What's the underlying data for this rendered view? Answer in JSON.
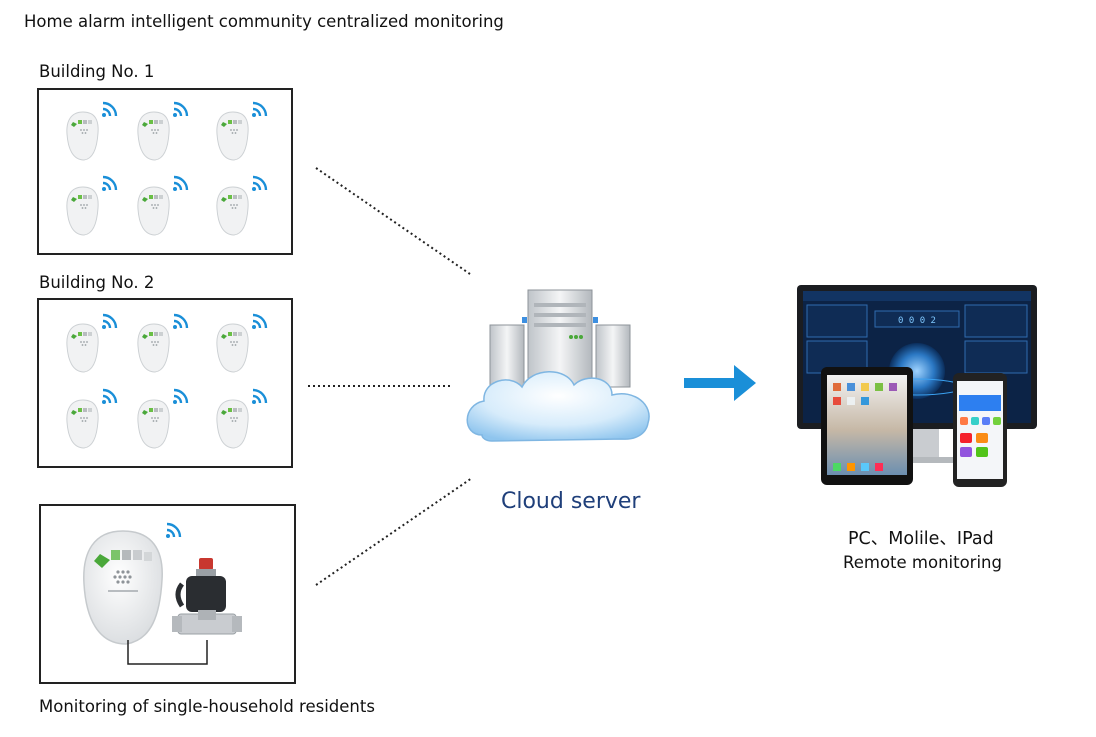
{
  "title": "Home alarm intelligent community centralized monitoring",
  "building1": {
    "label": "Building No. 1",
    "detector_count": 6
  },
  "building2": {
    "label": "Building No. 2",
    "detector_count": 6
  },
  "single": {
    "label": "Monitoring of single-household residents"
  },
  "cloud": {
    "label": "Cloud server"
  },
  "remote": {
    "devices_label": "PC、Molile、IPad",
    "label": "Remote monitoring"
  },
  "screen": {
    "counter": "0 0 0 2"
  },
  "colors": {
    "wifi": "#1a8fd8",
    "arrow": "#1a8fd8",
    "cloud_text": "#1f3f7a",
    "detector_green": "#6abf45"
  }
}
